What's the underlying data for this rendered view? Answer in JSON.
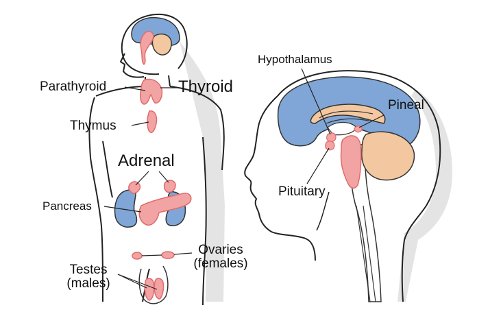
{
  "labels": {
    "parathyroid": "Parathyroid",
    "thyroid": "Thyroid",
    "thymus": "Thymus",
    "adrenal": "Adrenal",
    "pancreas": "Pancreas",
    "ovaries_line1": "Ovaries",
    "ovaries_line2": "(females)",
    "testes_line1": "Testes",
    "testes_line2": "(males)",
    "hypothalamus": "Hypothalamus",
    "pineal": "Pineal",
    "pituitary": "Pituitary"
  },
  "colors": {
    "gland_red": "#f2a3a3",
    "gland_outline": "#e06b6b",
    "cerebrum_blue": "#7fa6d6",
    "cerebellum_orange": "#f3c7a0",
    "body_outline": "#222222",
    "shadow_gray": "#e4e4e4"
  }
}
